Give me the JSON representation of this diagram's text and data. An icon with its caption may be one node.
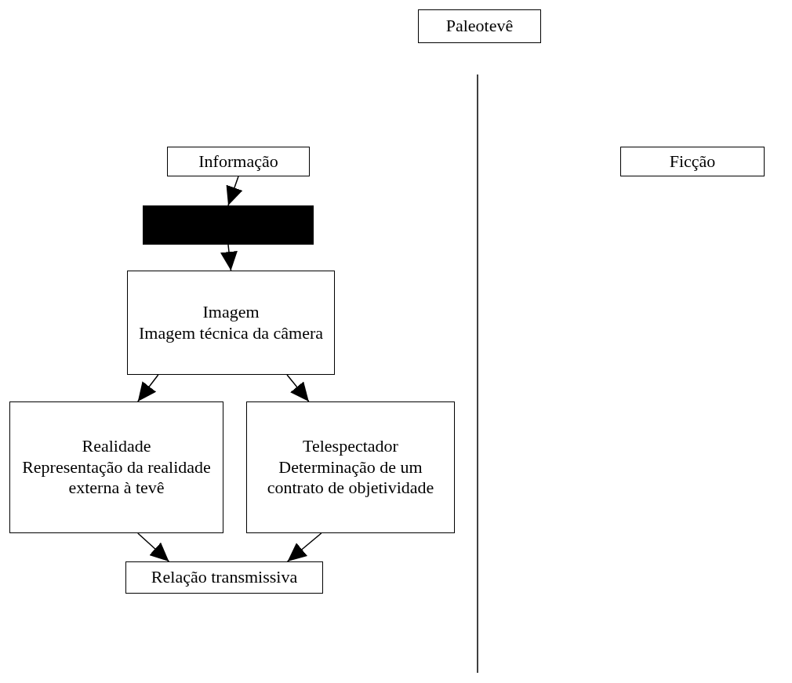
{
  "diagram": {
    "nodes": [
      {
        "text": [
          "Paleotevê"
        ]
      },
      {
        "text": [
          "Informação"
        ]
      },
      {
        "text": [
          "Ficção"
        ]
      },
      {
        "text": [],
        "shape": "box"
      },
      {
        "text": [
          "Imagem",
          "Imagem técnica da câmera"
        ]
      },
      {
        "text": [
          "Realidade",
          "Representação da realidade externa à tevê"
        ]
      },
      {
        "text": [
          "Telespectador",
          "Determinação de um contrato de objetividade"
        ]
      },
      {
        "text": [
          "Relação transmissiva"
        ]
      }
    ],
    "edges": [
      {
        "from": 1,
        "to": 3,
        "arrow": "to"
      },
      {
        "from": 3,
        "to": 4,
        "arrow": "to"
      },
      {
        "from": 4,
        "to": 5,
        "arrow": "to"
      },
      {
        "from": 4,
        "to": 6,
        "arrow": "to"
      },
      {
        "from": 5,
        "to": 7,
        "arrow": "to"
      },
      {
        "from": 6,
        "to": 7,
        "arrow": "to"
      }
    ]
  }
}
